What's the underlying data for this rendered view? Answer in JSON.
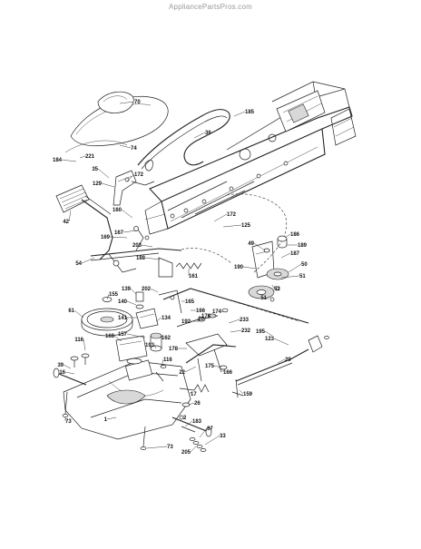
{
  "watermark": "AppliancePartsPros.com",
  "callouts": [
    {
      "id": "70",
      "text": "70"
    },
    {
      "id": "185",
      "text": "185"
    },
    {
      "id": "36",
      "text": "36"
    },
    {
      "id": "74",
      "text": "74"
    },
    {
      "id": "184",
      "text": "184"
    },
    {
      "id": "221",
      "text": "221"
    },
    {
      "id": "35",
      "text": "35"
    },
    {
      "id": "172a",
      "text": "172"
    },
    {
      "id": "129",
      "text": "129"
    },
    {
      "id": "172b",
      "text": "172"
    },
    {
      "id": "125",
      "text": "125"
    },
    {
      "id": "42",
      "text": "42"
    },
    {
      "id": "160",
      "text": "160"
    },
    {
      "id": "167a",
      "text": "167"
    },
    {
      "id": "169",
      "text": "169"
    },
    {
      "id": "203",
      "text": "203"
    },
    {
      "id": "188",
      "text": "188"
    },
    {
      "id": "54",
      "text": "54"
    },
    {
      "id": "161",
      "text": "161"
    },
    {
      "id": "186",
      "text": "186"
    },
    {
      "id": "49",
      "text": "49"
    },
    {
      "id": "189",
      "text": "189"
    },
    {
      "id": "187",
      "text": "187"
    },
    {
      "id": "190",
      "text": "190"
    },
    {
      "id": "50",
      "text": "50"
    },
    {
      "id": "51a",
      "text": "51"
    },
    {
      "id": "52",
      "text": "52"
    },
    {
      "id": "51b",
      "text": "51"
    },
    {
      "id": "155",
      "text": "155"
    },
    {
      "id": "139",
      "text": "139"
    },
    {
      "id": "202",
      "text": "202"
    },
    {
      "id": "165",
      "text": "165"
    },
    {
      "id": "140",
      "text": "140"
    },
    {
      "id": "166",
      "text": "166"
    },
    {
      "id": "61",
      "text": "61"
    },
    {
      "id": "141",
      "text": "141"
    },
    {
      "id": "134",
      "text": "134"
    },
    {
      "id": "192",
      "text": "192"
    },
    {
      "id": "20",
      "text": "20"
    },
    {
      "id": "176",
      "text": "176"
    },
    {
      "id": "174",
      "text": "174"
    },
    {
      "id": "233",
      "text": "233"
    },
    {
      "id": "232",
      "text": "232"
    },
    {
      "id": "157",
      "text": "157"
    },
    {
      "id": "162",
      "text": "162"
    },
    {
      "id": "168",
      "text": "168"
    },
    {
      "id": "193",
      "text": "193"
    },
    {
      "id": "195",
      "text": "195"
    },
    {
      "id": "123",
      "text": "123"
    },
    {
      "id": "178",
      "text": "178"
    },
    {
      "id": "116a",
      "text": "116"
    },
    {
      "id": "116b",
      "text": "116"
    },
    {
      "id": "22",
      "text": "22"
    },
    {
      "id": "175",
      "text": "175"
    },
    {
      "id": "29",
      "text": "29"
    },
    {
      "id": "166b",
      "text": "166"
    },
    {
      "id": "39",
      "text": "39"
    },
    {
      "id": "16",
      "text": "16"
    },
    {
      "id": "159",
      "text": "159"
    },
    {
      "id": "17",
      "text": "17"
    },
    {
      "id": "73a",
      "text": "73"
    },
    {
      "id": "26",
      "text": "26"
    },
    {
      "id": "1",
      "text": "1"
    },
    {
      "id": "2",
      "text": "2"
    },
    {
      "id": "183",
      "text": "183"
    },
    {
      "id": "37",
      "text": "37"
    },
    {
      "id": "33",
      "text": "33"
    },
    {
      "id": "205",
      "text": "205"
    },
    {
      "id": "73b",
      "text": "73"
    }
  ]
}
